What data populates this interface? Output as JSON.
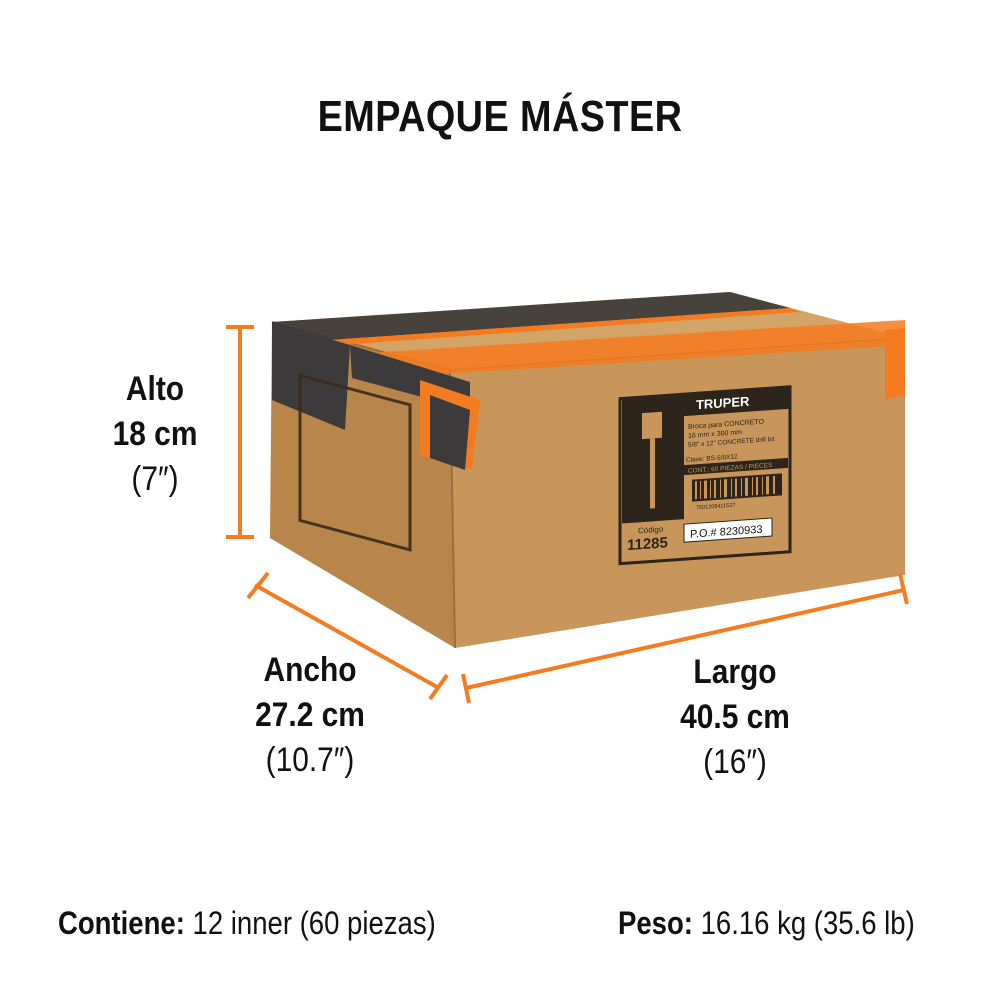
{
  "title": "EMPAQUE MÁSTER",
  "dimensions": {
    "alto": {
      "label": "Alto",
      "metric": "18 cm",
      "imperial": "(7″)"
    },
    "ancho": {
      "label": "Ancho",
      "metric": "27.2 cm",
      "imperial": "(10.7″)"
    },
    "largo": {
      "label": "Largo",
      "metric": "40.5 cm",
      "imperial": "(16″)"
    }
  },
  "footer": {
    "contiene_label": "Contiene:",
    "contiene_value": " 12 inner (60 piezas)",
    "peso_label": "Peso:",
    "peso_value": " 16.16 kg (35.6 lb)"
  },
  "box_label": {
    "brand": "TRUPER",
    "product_es": "Broca para CONCRETO",
    "size_metric": "16 mm x 300 mm",
    "size_imperial": "5/8\" x 12\" CONCRETE drill bit",
    "clave": "Clave: BS-5/8X12",
    "contenido": "CONT.: 60 PIEZAS / PIECES",
    "codigo_label": "Código",
    "codigo": "11285",
    "po": "P.O.# 8230933",
    "barcode_number": "7501206411527"
  },
  "colors": {
    "accent": "#f47b20",
    "cardboard_front": "#c8965a",
    "cardboard_side": "#b9854b",
    "cardboard_top": "#d3a468",
    "tape": "#3c3a3a",
    "text": "#111111"
  }
}
